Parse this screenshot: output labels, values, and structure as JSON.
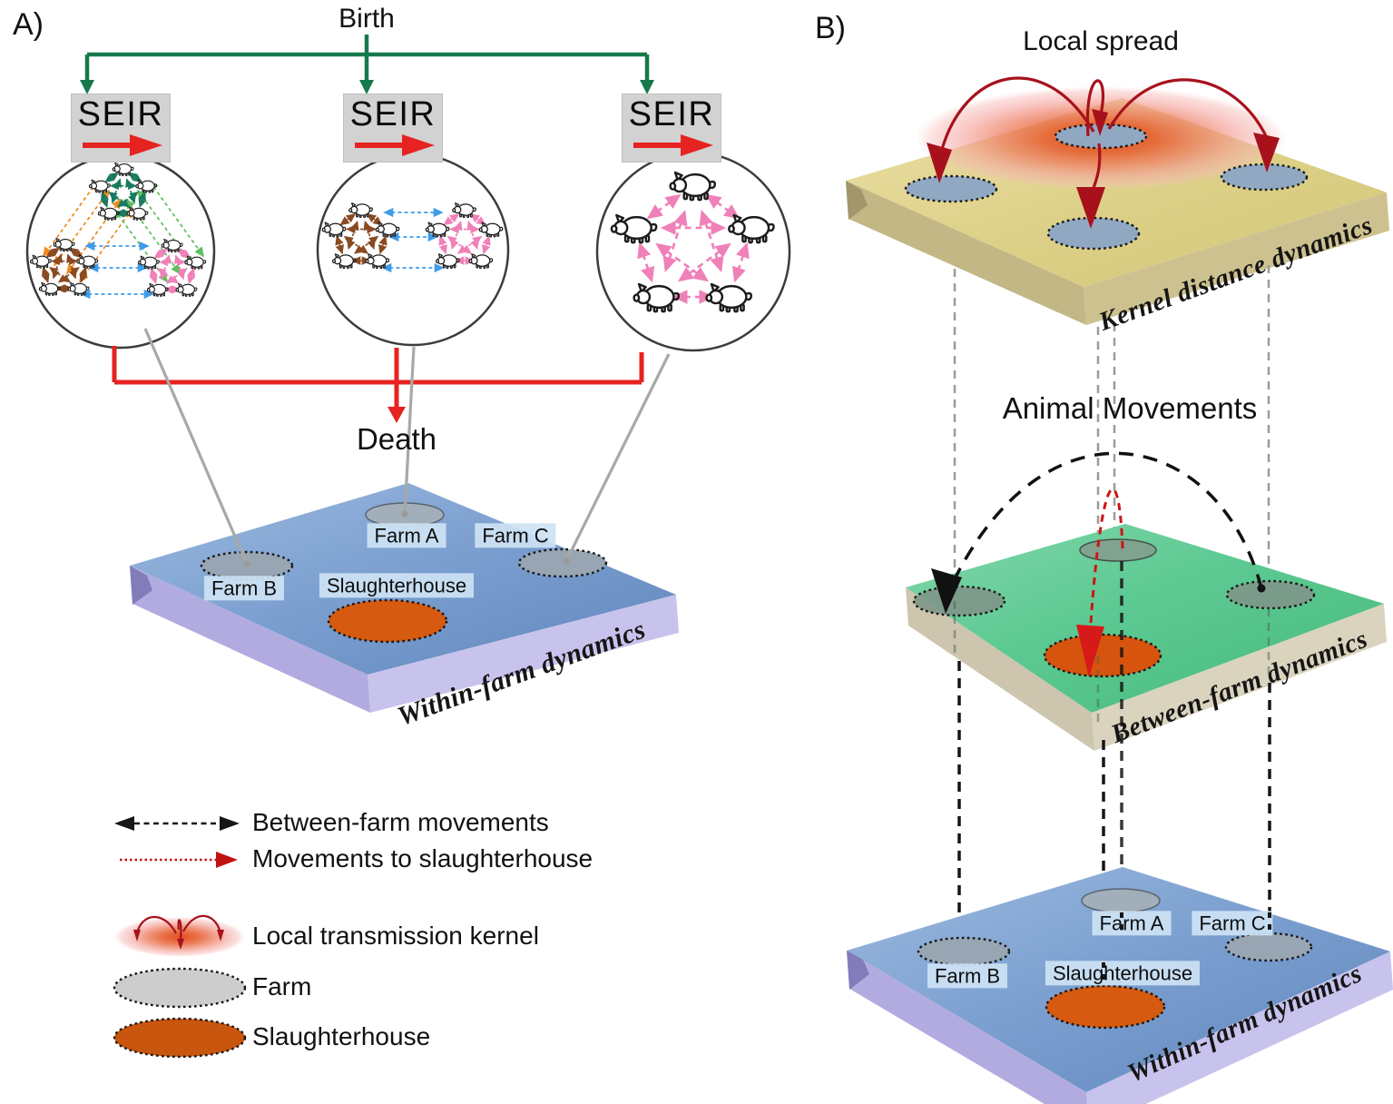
{
  "panel_a": {
    "label": "A)",
    "birth": "Birth",
    "death": "Death",
    "seir_boxes": [
      {
        "label": "SEIR"
      },
      {
        "label": "SEIR"
      },
      {
        "label": "SEIR"
      }
    ],
    "plane": {
      "title": "Within-farm dynamics",
      "farm_a": "Farm A",
      "farm_b": "Farm B",
      "farm_c": "Farm C",
      "slaughterhouse": "Slaughterhouse"
    }
  },
  "panel_b": {
    "label": "B)",
    "local_spread": "Local spread",
    "animal_movements": "Animal Movements",
    "kernel_plane": {
      "title": "Kernel distance dynamics"
    },
    "between_plane": {
      "title": "Between-farm dynamics"
    },
    "within_plane": {
      "title": "Within-farm dynamics",
      "farm_a": "Farm A",
      "farm_b": "Farm B",
      "farm_c": "Farm C",
      "slaughterhouse": "Slaughterhouse"
    }
  },
  "legend": {
    "between_farm_movements": "Between-farm movements",
    "movements_to_slaughterhouse": "Movements to slaughterhouse",
    "local_transmission_kernel": "Local transmission kernel",
    "farm": "Farm",
    "slaughterhouse": "Slaughterhouse"
  },
  "colors": {
    "connector_green": "#16794b",
    "connector_red": "#e62320",
    "dark_red_arrow": "#a8111c",
    "slaughterhouse_orange": "#d65a10",
    "farm_gray": "#98a6b3",
    "plane_blue": "#7a9ecf",
    "plane_green": "#54c287",
    "plane_yellow": "#ddd189",
    "label_background": "#cfe3f4"
  }
}
